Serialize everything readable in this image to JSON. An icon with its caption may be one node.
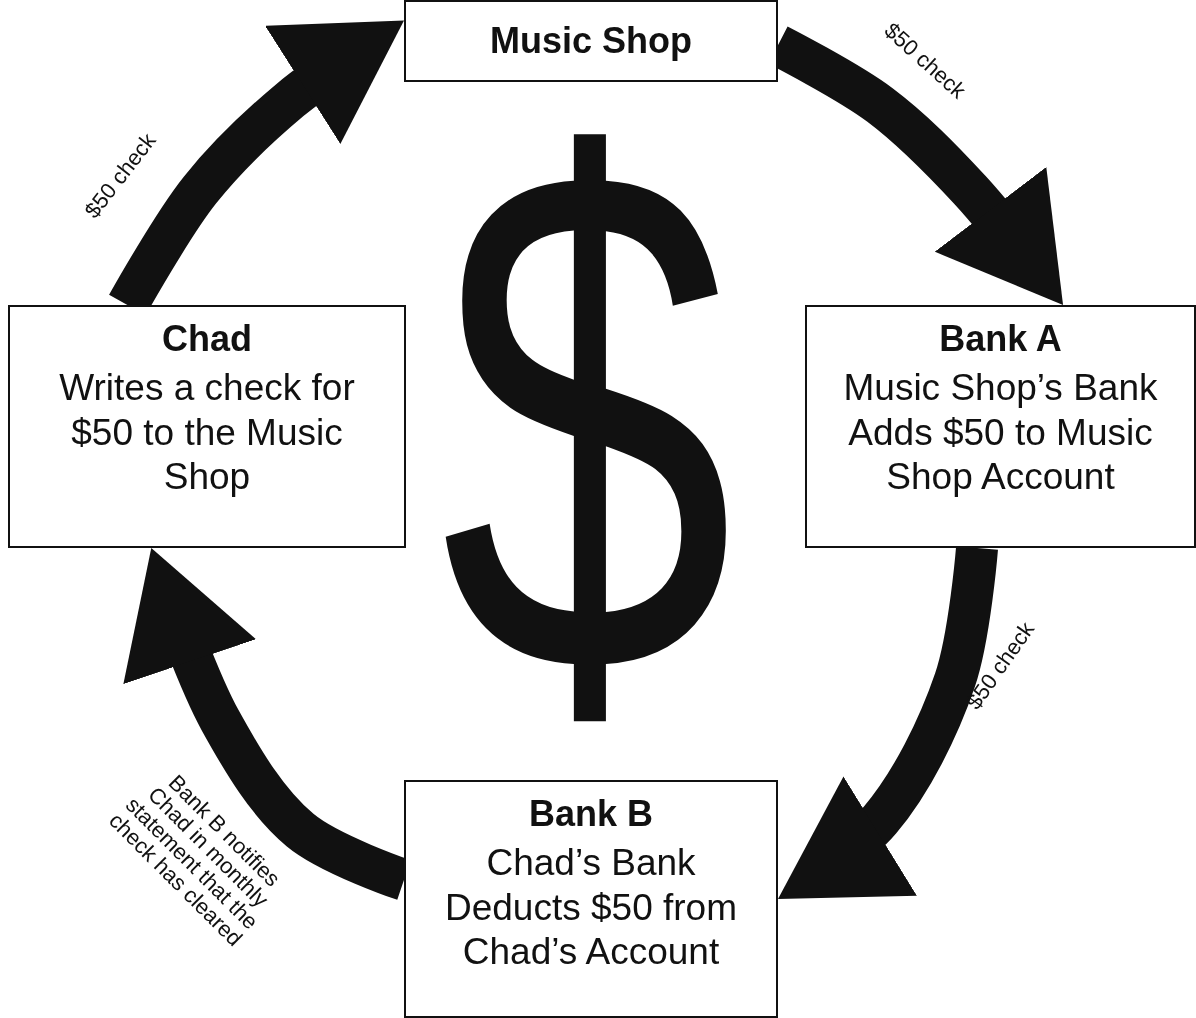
{
  "diagram": {
    "nodes": [
      {
        "text": [
          "Music Shop"
        ]
      },
      {
        "text": [
          "Chad",
          "Writes a check for $50 to the Music Shop"
        ]
      },
      {
        "text": [
          "Bank A",
          "Music Shop’s Bank Adds $50 to Music Shop Account"
        ]
      },
      {
        "text": [
          "Bank B",
          "Chad’s Bank Deducts $50 from Chad’s Account"
        ]
      }
    ],
    "edges": [
      {
        "from": 1,
        "to": 0,
        "arrow": "to",
        "label": "$50 check"
      },
      {
        "from": 0,
        "to": 2,
        "arrow": "to",
        "label": "$50 check"
      },
      {
        "from": 2,
        "to": 3,
        "arrow": "to",
        "label": "$50 check"
      },
      {
        "from": 3,
        "to": 1,
        "arrow": "to",
        "label": "Bank B notifies Chad in monthly statement that the check has cleared"
      }
    ],
    "labels": [
      "$"
    ]
  }
}
